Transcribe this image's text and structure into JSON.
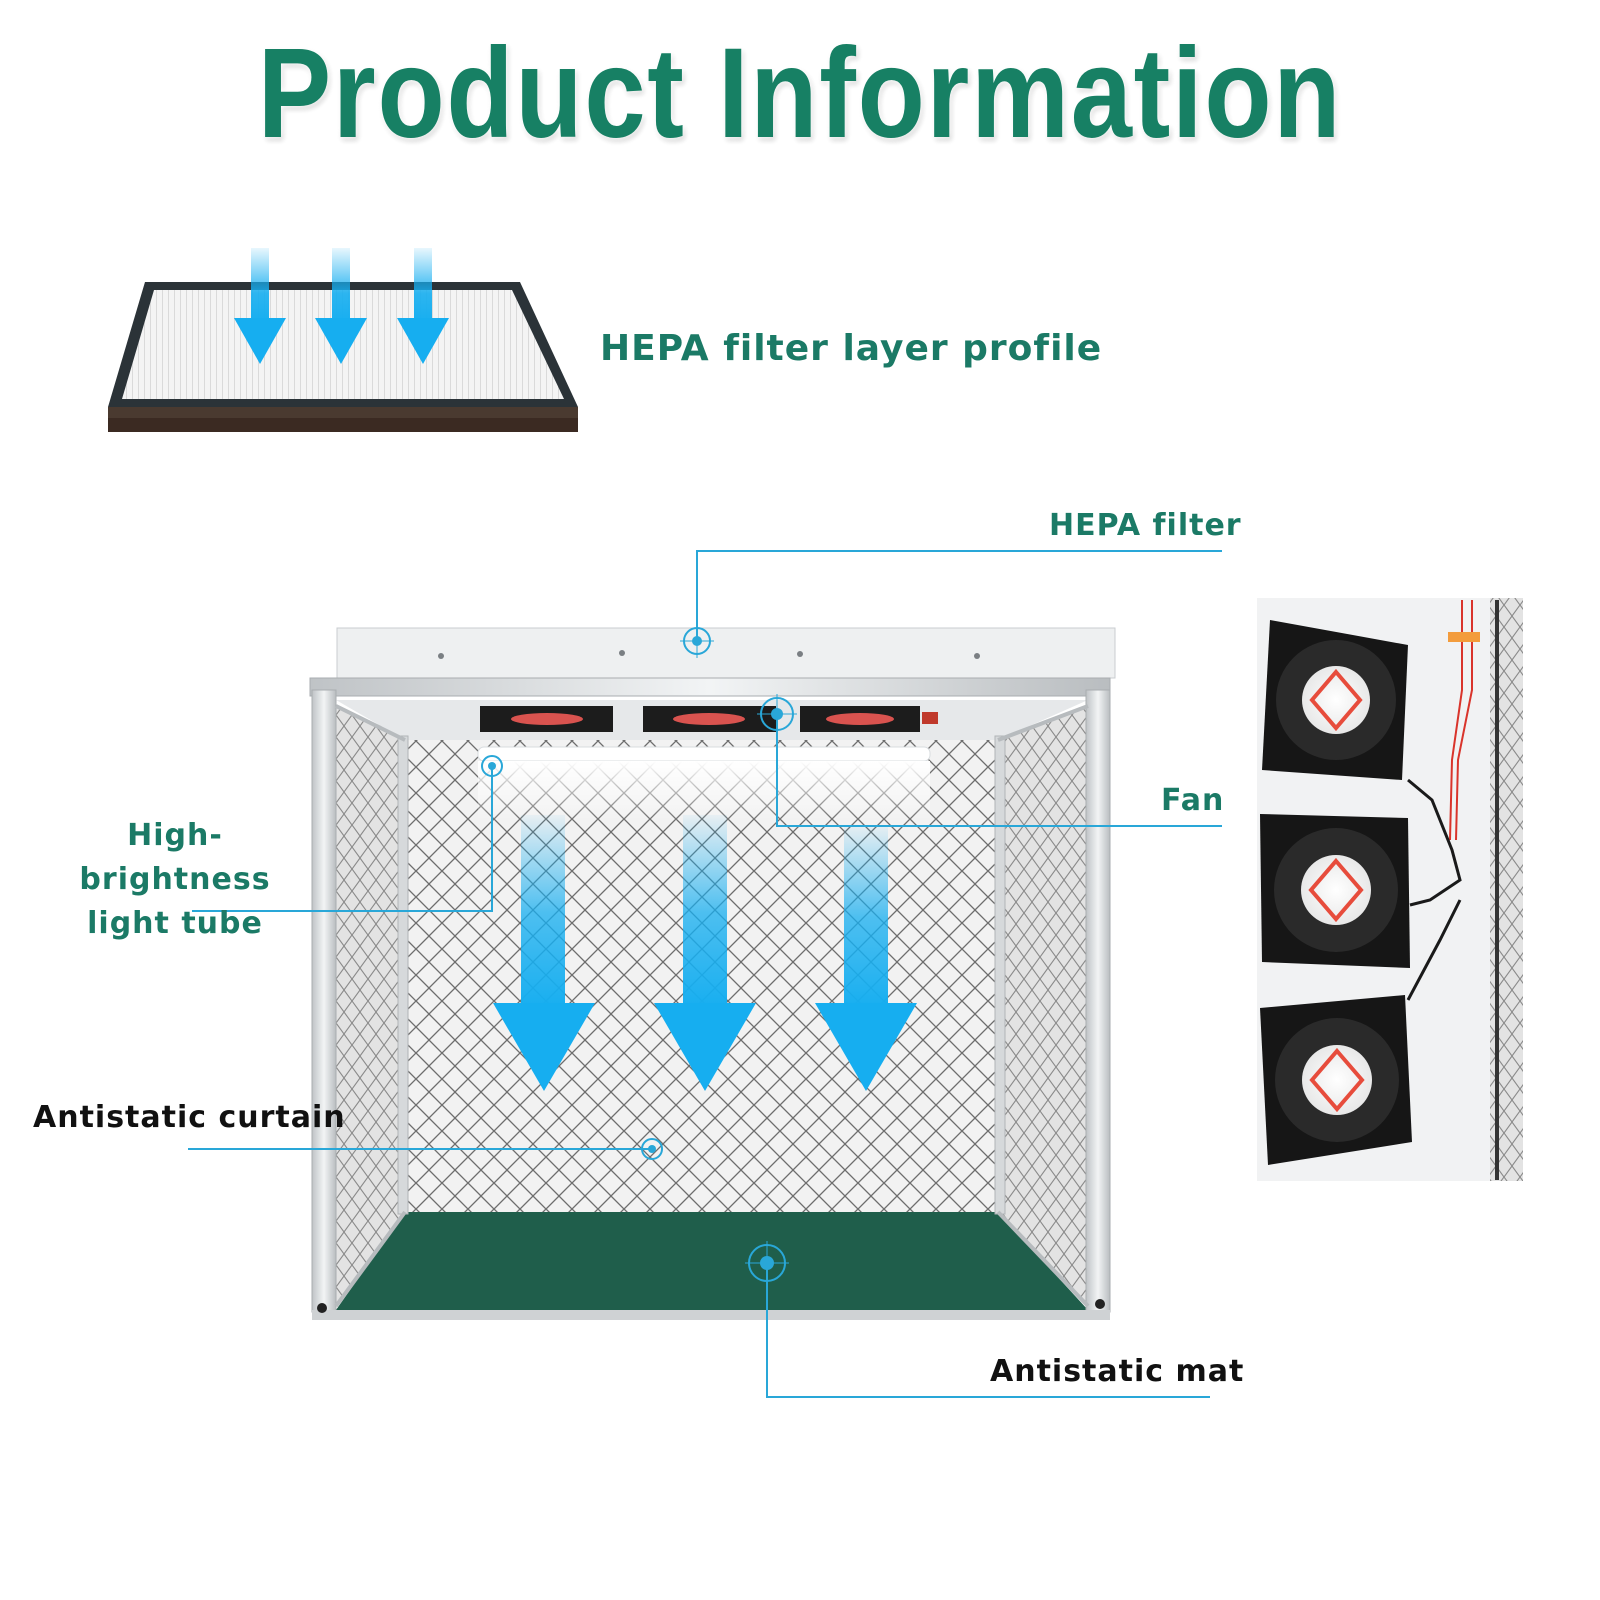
{
  "title": "Product Information",
  "labels": {
    "hepa_profile": "HEPA filter layer profile",
    "hepa_filter": "HEPA filter",
    "fan": "Fan",
    "light_tube": "High-brightness light tube",
    "curtain": "Antistatic curtain",
    "mat": "Antistatic mat"
  },
  "colors": {
    "title_green": "#178064",
    "label_green": "#1b7a66",
    "leader_blue": "#29a7d8",
    "arrow_blue": "#16aef0",
    "mat_green": "#1f5e4b"
  }
}
